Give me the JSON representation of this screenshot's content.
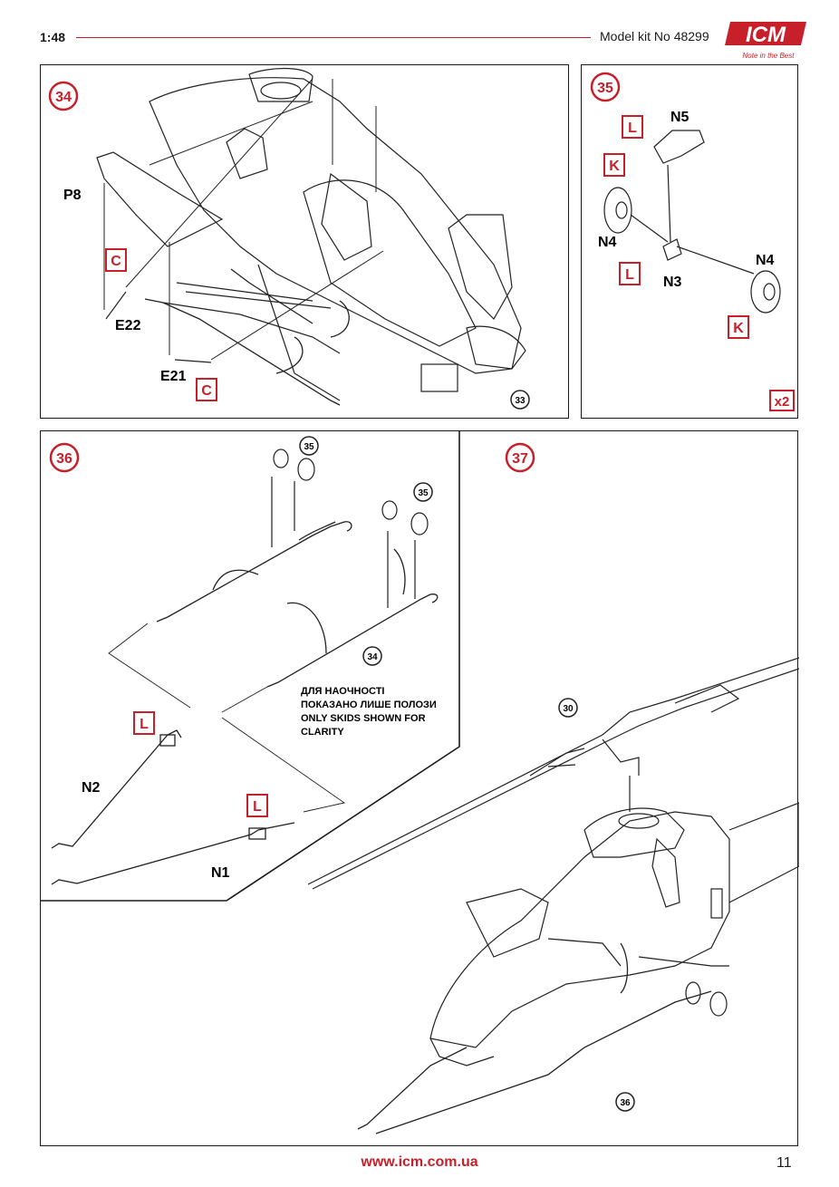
{
  "header": {
    "scale": "1:48",
    "kit_number": "Model kit No 48299",
    "brand": "ICM",
    "tagline": "Note in the Best"
  },
  "steps": [
    {
      "number": "34",
      "parts": [
        "P8",
        "E22",
        "E21"
      ],
      "paint_codes": [
        "C",
        "C"
      ],
      "ref": "33"
    },
    {
      "number": "35",
      "parts": [
        "N5",
        "N4",
        "N3",
        "N4"
      ],
      "paint_codes": [
        "L",
        "K",
        "L",
        "K"
      ],
      "multiplier": "x2"
    },
    {
      "number": "36",
      "parts": [
        "N2",
        "N1"
      ],
      "paint_codes": [
        "L",
        "L"
      ],
      "refs": [
        "35",
        "35",
        "34"
      ],
      "note": [
        "ДЛЯ НАОЧНОСТІ",
        "ПОКАЗАНО ЛИШЕ ПОЛОЗИ",
        "ONLY SKIDS SHOWN FOR",
        "CLARITY"
      ]
    },
    {
      "number": "37",
      "refs": [
        "30",
        "36"
      ]
    }
  ],
  "footer": {
    "url": "www.icm.com.ua",
    "page": "11"
  },
  "colors": {
    "accent_red": "#c8202a",
    "line": "#1a1a1a"
  }
}
